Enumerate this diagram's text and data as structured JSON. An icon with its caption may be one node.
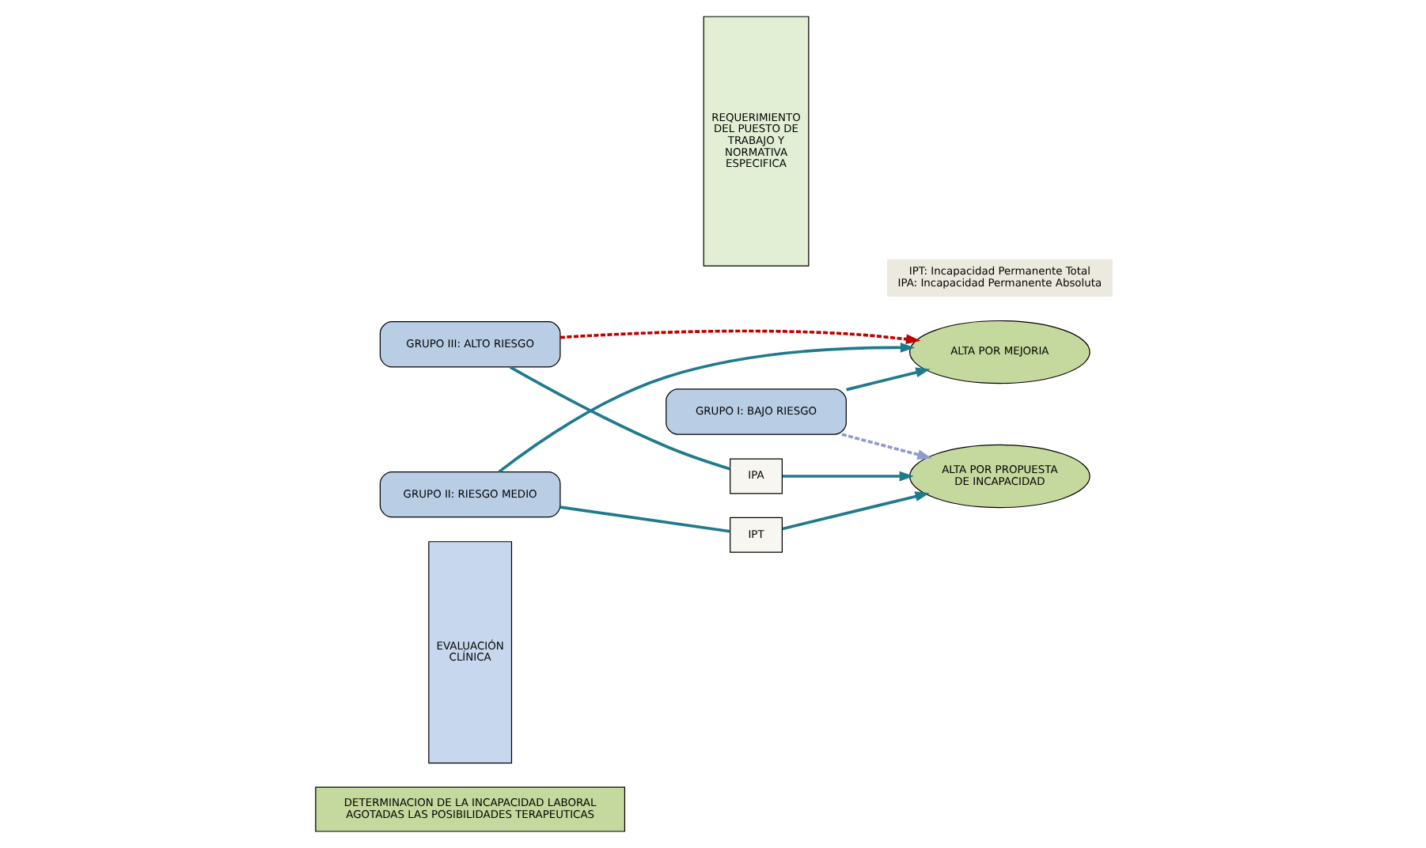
{
  "diagram": {
    "nodes": [
      {
        "text": [
          "DETERMINACION DE LA INCAPACIDAD LABORAL AGOTADAS LAS POSIBILIDADES TERAPEUTICAS"
        ]
      },
      {
        "text": [
          "EVALUACIÓN CLÍNICA"
        ]
      },
      {
        "text": [
          "GRUPO I: BAJO RIESGO"
        ]
      },
      {
        "text": [
          "GRUPO II: RIESGO MEDIO"
        ]
      },
      {
        "text": [
          "IPT"
        ]
      },
      {
        "text": [
          "GRUPO III: ALTO RIESGO"
        ]
      },
      {
        "text": [
          "IPA"
        ]
      },
      {
        "text": [
          "REQUERIMIENTO DEL PUESTO DE TRABAJO Y NORMATIVA ESPECIFICA"
        ]
      },
      {
        "text": [
          "ALTA POR MEJORIA"
        ]
      },
      {
        "text": [
          "ALTA POR PROPUESTA DE INCAPACIDAD"
        ]
      },
      {
        "text": [
          "IPT: Incapacidad Permanente Total",
          "IPA: Incapacidad Permanente Absoluta"
        ]
      }
    ],
    "edges": [
      {
        "from": 2,
        "to": 8,
        "arrow": "to"
      },
      {
        "from": 2,
        "to": 9,
        "arrow": "to",
        "style": "dashed",
        "color": "#8f9cc9"
      },
      {
        "from": 3,
        "to": 8,
        "arrow": "to"
      },
      {
        "from": 3,
        "to": 4,
        "arrow": "none"
      },
      {
        "from": 4,
        "to": 9,
        "arrow": "to"
      },
      {
        "from": 5,
        "to": 8,
        "arrow": "to",
        "style": "dashed",
        "color": "#c00000"
      },
      {
        "from": 5,
        "to": 6,
        "arrow": "none"
      },
      {
        "from": 6,
        "to": 9,
        "arrow": "to"
      }
    ]
  }
}
